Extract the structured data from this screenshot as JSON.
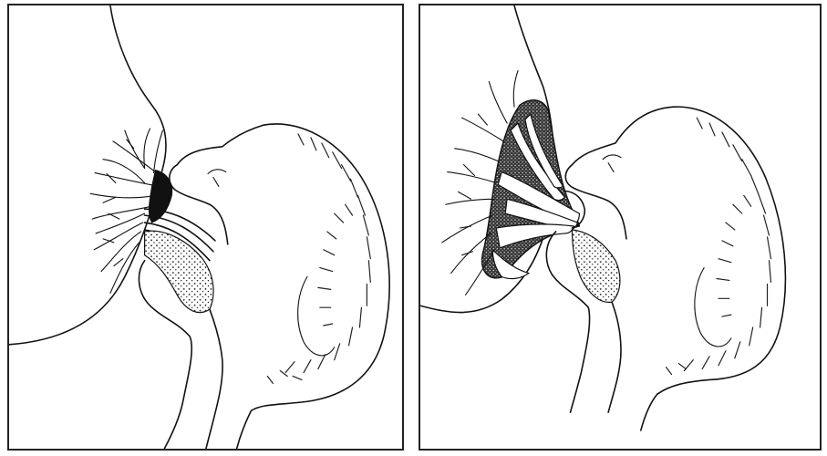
{
  "figure": {
    "panels": [
      {
        "id": "left",
        "subject": "infant-breastfeeding-illustration-a"
      },
      {
        "id": "right",
        "subject": "infant-breastfeeding-illustration-b"
      }
    ]
  }
}
